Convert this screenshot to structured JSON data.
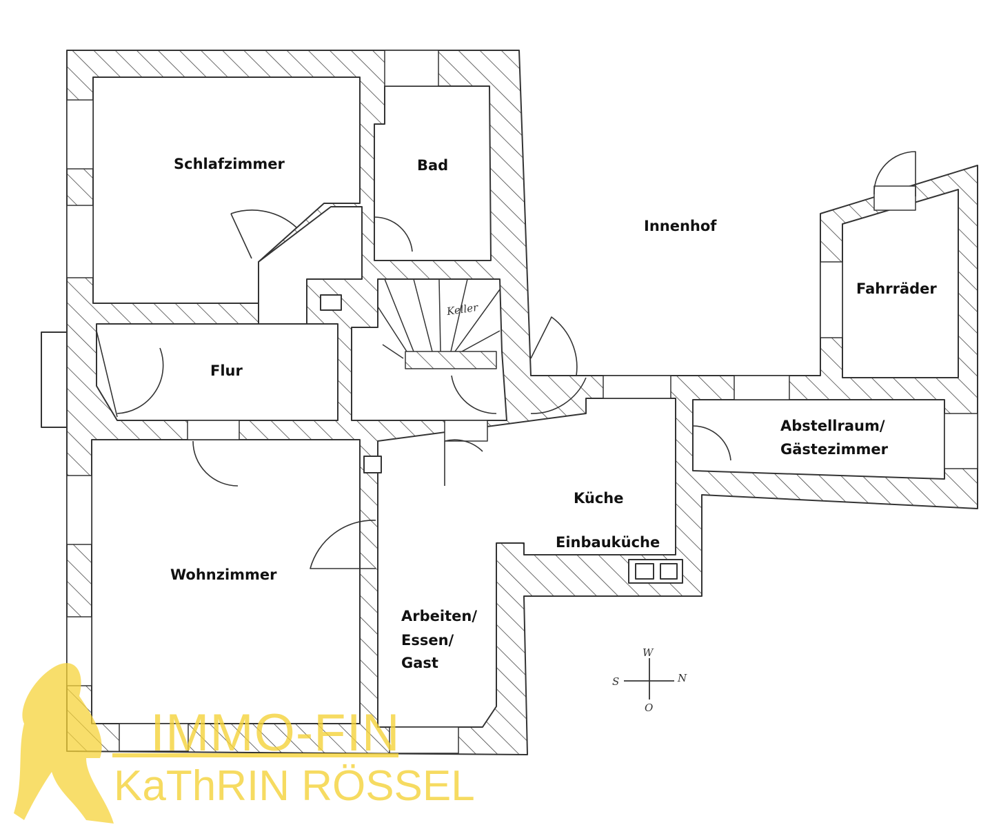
{
  "rooms": {
    "schlafzimmer": "Schlafzimmer",
    "bad": "Bad",
    "innenhof": "Innenhof",
    "fahrraeder": "Fahrräder",
    "flur": "Flur",
    "keller": "Keller",
    "abstellraum_line1": "Abstellraum/",
    "abstellraum_line2": "Gästezimmer",
    "kueche": "Küche",
    "einbaukueche": "Einbauküche",
    "wohnzimmer": "Wohnzimmer",
    "arbeiten_line1": "Arbeiten/",
    "arbeiten_line2": "Essen/",
    "arbeiten_line3": "Gast"
  },
  "compass": {
    "north": "N",
    "south": "S",
    "west": "W",
    "east": "O"
  },
  "watermark": {
    "line1": "IMMO-FIN",
    "line2": "KaThRIN RÖSSEL"
  },
  "colors": {
    "wall": "#333333",
    "watermark": "#f5d33a"
  }
}
